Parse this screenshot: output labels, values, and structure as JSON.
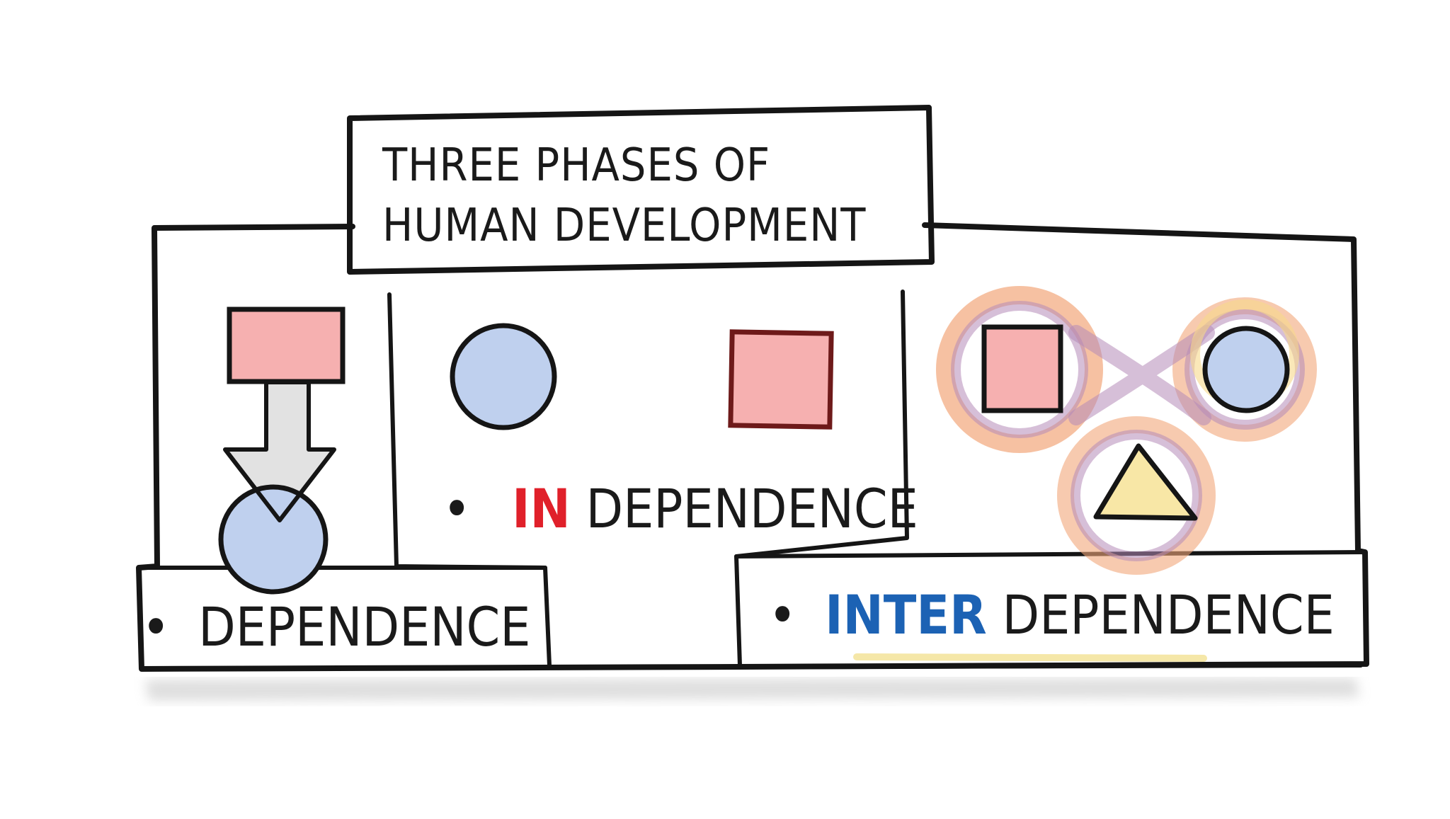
{
  "title": {
    "line1": "THREE PHASES OF",
    "line2": "HUMAN DEVELOPMENT"
  },
  "phases": [
    {
      "id": "dependence",
      "bullet": "•",
      "prefix": "",
      "rest": "DEPENDENCE"
    },
    {
      "id": "independence",
      "bullet": "•",
      "prefix": "IN",
      "rest": "DEPENDENCE"
    },
    {
      "id": "interdependence",
      "bullet": "•",
      "prefix": "INTER",
      "rest": "DEPENDENCE"
    }
  ],
  "colors": {
    "ink": "#151515",
    "square_fill": "#f6b0b0",
    "circle_fill": "#bfd0ee",
    "triangle_fill": "#f8e7a6",
    "arrow_fill": "#e2e2e2",
    "in_prefix": "#e0202a",
    "inter_prefix": "#1c62b4",
    "halo_orange": "#f2a77a",
    "halo_purple": "#b48ab8",
    "halo_yellow": "#f7d98a"
  }
}
